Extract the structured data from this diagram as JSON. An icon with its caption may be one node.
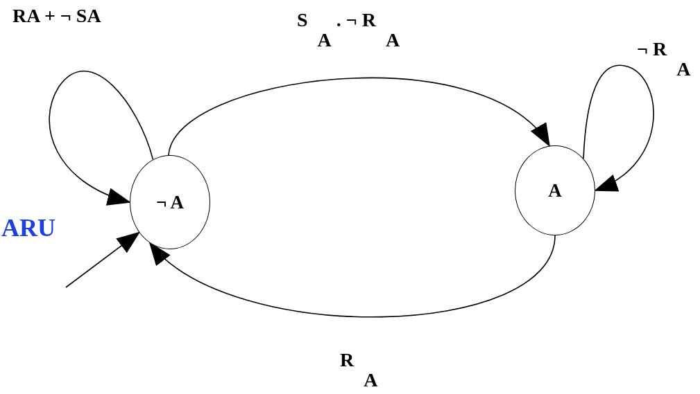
{
  "diagram": {
    "nodes": [
      {
        "text": [
          "¬ A"
        ]
      },
      {
        "text": [
          "A"
        ]
      }
    ],
    "edges": [
      {
        "from": 0,
        "to": 0,
        "arrow": "to",
        "label": "RA + ¬ SA"
      },
      {
        "from": 0,
        "to": 1,
        "arrow": "to",
        "label": "S$_{A}$ . ¬ R$_{A}$"
      },
      {
        "from": 1,
        "to": 1,
        "arrow": "to",
        "label": "¬ R$_{A}$"
      },
      {
        "from": 1,
        "to": 0,
        "arrow": "to",
        "label": "R$_{A}$"
      },
      {
        "from": null,
        "to": 0,
        "arrow": "to"
      }
    ],
    "labels": [
      "ARU"
    ]
  }
}
